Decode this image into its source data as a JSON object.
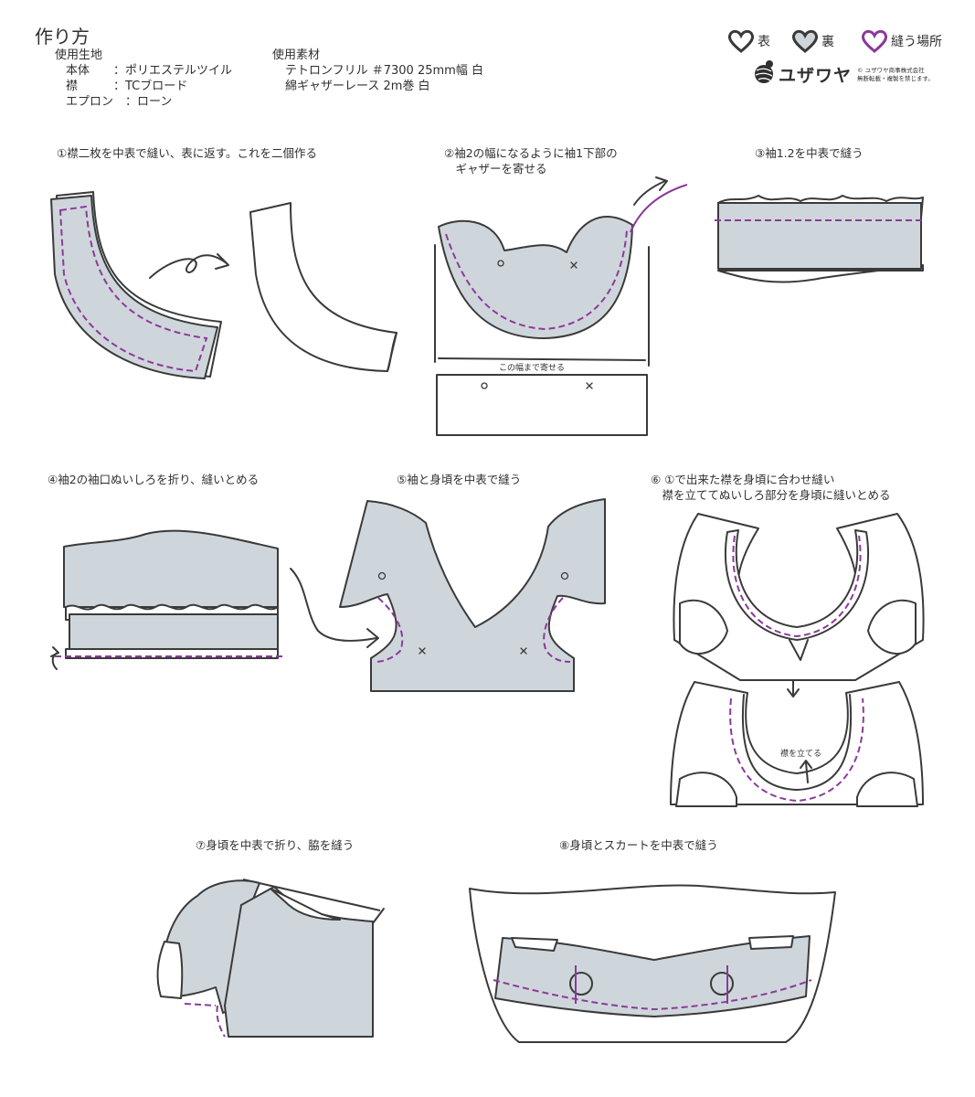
{
  "title": "作り方",
  "materials": {
    "fabric_heading": "使用生地",
    "fabric_lines": [
      "本体　　：ポリエステルツイル",
      "襟　　　：TCブロード",
      "エプロン　：ローン"
    ],
    "supplies_heading": "使用素材",
    "supplies_lines": [
      "テトロンフリル ＃7300 25mm幅 白",
      "綿ギャザーレース 2m巻 白"
    ]
  },
  "legend": {
    "front_label": "表",
    "back_label": "裏",
    "sew_label": "縫う場所",
    "colors": {
      "front": "#ffffff",
      "back": "#cfd6db",
      "sew": "#8b3a9a",
      "outline": "#3a3a3a"
    }
  },
  "brand": {
    "name": "ユザワヤ",
    "copyright": "© ユザワヤ商事株式会社\n無断転載・複製を禁じます。"
  },
  "steps": {
    "s1": "①襟二枚を中表で縫い、表に返す。これを二個作る",
    "s2": "②袖2の幅になるように袖1下部の\n　ギャザーを寄せる",
    "s3": "③袖1.2を中表で縫う",
    "s4": "④袖2の袖口ぬいしろを折り、縫いとめる",
    "s5": "⑤袖と身頃を中表で縫う",
    "s6": "⑥ ①で出来た襟を身頃に合わせ縫い\n　襟を立ててぬいしろ部分を身頃に縫いとめる",
    "s7": "⑦身頃を中表で折り、脇を縫う",
    "s8": "⑧身頃とスカートを中表で縫う"
  },
  "annotations": {
    "gather_width": "この幅まで寄せる",
    "stand_collar": "襟を立てる",
    "mark_circle": "o",
    "mark_cross": "×"
  }
}
